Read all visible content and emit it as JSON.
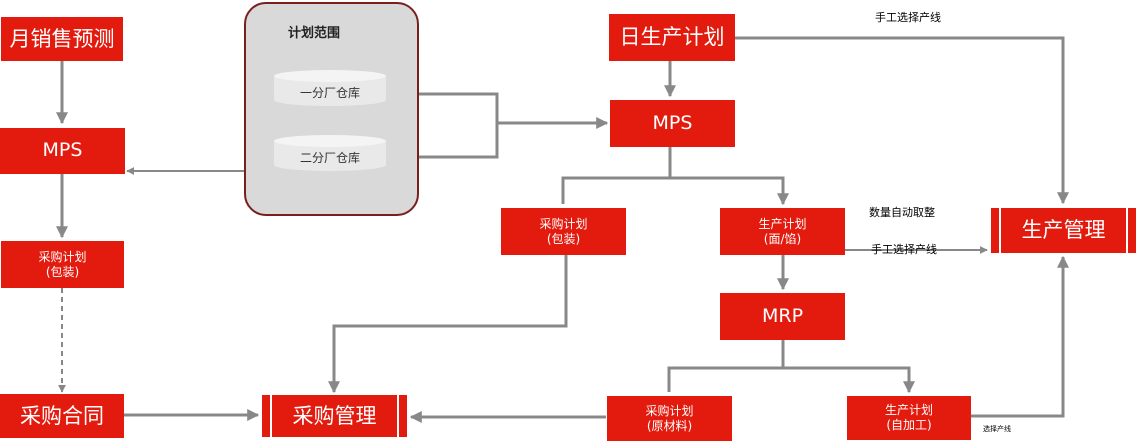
{
  "nodes": {
    "monthly_forecast": "月销售预测",
    "mps_left": "MPS",
    "purchase_plan_pack_left": [
      "采购计划",
      "(包装)"
    ],
    "purchase_contract": "采购合同",
    "purchase_mgmt": "采购管理",
    "daily_plan": "日生产计划",
    "mps_center": "MPS",
    "purchase_plan_pack": [
      "采购计划",
      "(包装)"
    ],
    "production_plan_noodle": [
      "生产计划",
      "(面/馅)"
    ],
    "mrp": "MRP",
    "purchase_plan_raw": [
      "采购计划",
      "(原材料)"
    ],
    "production_plan_self": [
      "生产计划",
      "(自加工)"
    ],
    "production_mgmt": "生产管理"
  },
  "scope": {
    "title": "计划范围",
    "warehouses": [
      "一分厂仓库",
      "二分厂仓库"
    ]
  },
  "labels": {
    "manual_line_top": "手工选择产线",
    "auto_qty": "数量自动取整",
    "manual_line_mid": "手工选择产线",
    "manual_line_small": "选择产线"
  },
  "colors": {
    "node": "#e31b0e",
    "arrow": "#888888",
    "scope_fill": "#d9d9d9",
    "scope_border": "#7a1f1f"
  }
}
